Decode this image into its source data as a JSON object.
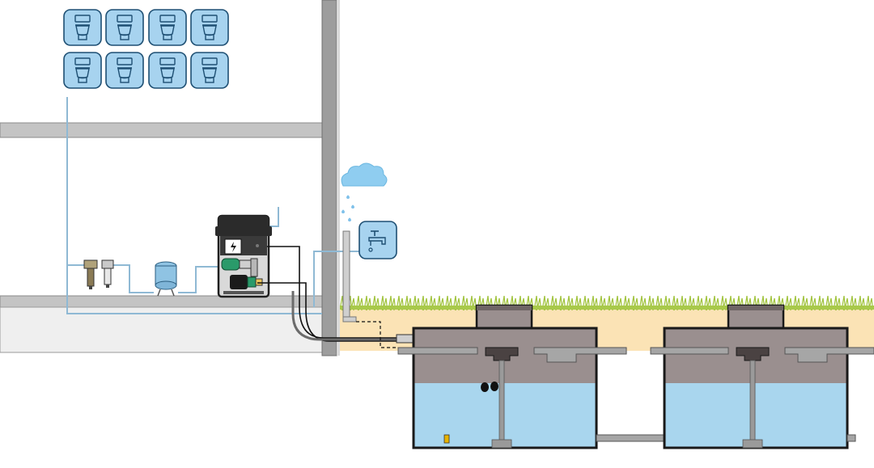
{
  "diagram": {
    "toilet_rows": 2,
    "toilet_cols": 4,
    "tank_count": 2,
    "icons": {
      "toilet": "toilet-icon",
      "cloud": "rain-cloud-icon",
      "tap": "water-tap-icon",
      "control": "lightning-icon",
      "filter": "water-filter-icon",
      "expansion": "expansion-vessel-icon",
      "pump": "pump-icon",
      "float": "float-switch-icon"
    },
    "colors": {
      "background": "#ffffff",
      "building_structure": "#b3b3b3",
      "floor_slab": "#c4c4c4",
      "wall": "#9d9d9d",
      "soil": "#fbe3b5",
      "grass": "#9fc23a",
      "water": "#a9d6ee",
      "tank_upper": "#9a8f8f",
      "tank_outline": "#1a1a1a",
      "pipe_clean": "#8fb9d4",
      "pipe_grey": "#a6a6a6",
      "icon_fill": "#a7d3ef",
      "icon_stroke": "#1e4f73",
      "cloud": "#8fcdf0",
      "control_unit": "#2b2b2b",
      "pump_green": "#2a9a6a"
    }
  }
}
